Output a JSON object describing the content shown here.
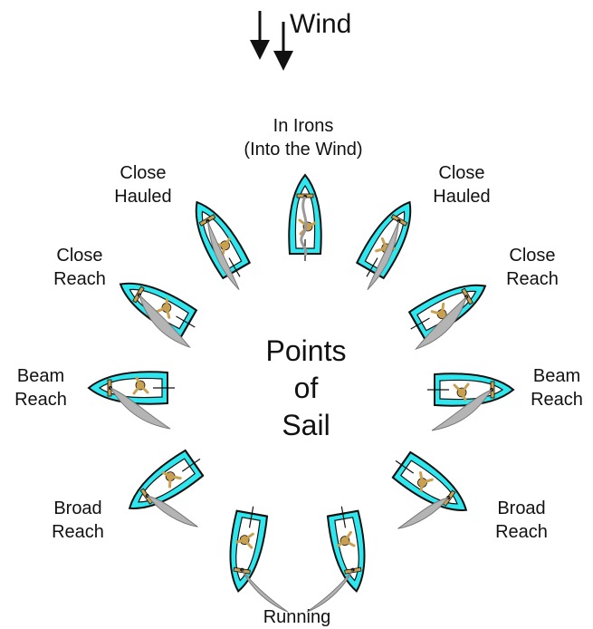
{
  "wind": {
    "label": "Wind",
    "direction": "down"
  },
  "title": {
    "line1": "Points",
    "line2": "of",
    "line3": "Sail"
  },
  "labels": {
    "in_irons": {
      "line1": "In Irons",
      "line2": "(Into the Wind)"
    },
    "close_hauled_left": {
      "line1": "Close",
      "line2": "Hauled"
    },
    "close_hauled_right": {
      "line1": "Close",
      "line2": "Hauled"
    },
    "close_reach_left": {
      "line1": "Close",
      "line2": "Reach"
    },
    "close_reach_right": {
      "line1": "Close",
      "line2": "Reach"
    },
    "beam_reach_left": {
      "line1": "Beam",
      "line2": "Reach"
    },
    "beam_reach_right": {
      "line1": "Beam",
      "line2": "Reach"
    },
    "broad_reach_left": {
      "line1": "Broad",
      "line2": "Reach"
    },
    "broad_reach_right": {
      "line1": "Broad",
      "line2": "Reach"
    },
    "running": {
      "line1": "Running"
    }
  },
  "colors": {
    "hull": "#2ee6ee",
    "deck": "#ffffff",
    "sail": "#b4b4b4",
    "sailor": "#c8a050",
    "outline": "#111111",
    "text": "#111111"
  }
}
